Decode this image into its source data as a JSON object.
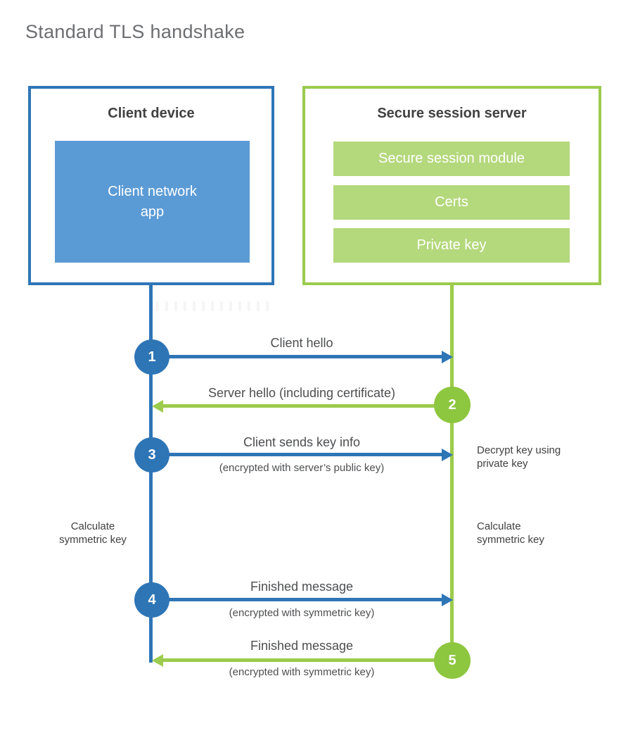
{
  "page": {
    "title": "Standard TLS handshake"
  },
  "colors": {
    "blue": "#2e75b6",
    "blue_light": "#5b9bd5",
    "green": "#8dc63f",
    "green_line": "#9ccb4d",
    "green_pale": "#b4d87c",
    "text_dark": "#414042",
    "text_gray": "#4d4e50",
    "title_gray": "#6d6e71"
  },
  "client_box": {
    "title": "Client device",
    "app": {
      "line1": "Client network",
      "line2": "app"
    }
  },
  "server_box": {
    "title": "Secure session server",
    "modules": [
      "Secure session module",
      "Certs",
      "Private key"
    ]
  },
  "steps": [
    {
      "num": "1",
      "actor": "client",
      "label": "Client hello",
      "sublabel": ""
    },
    {
      "num": "2",
      "actor": "server",
      "label": "Server hello (including certificate)",
      "sublabel": ""
    },
    {
      "num": "3",
      "actor": "client",
      "label": "Client sends key info",
      "sublabel": "(encrypted with server’s public key)"
    },
    {
      "num": "4",
      "actor": "client",
      "label": "Finished message",
      "sublabel": "(encrypted with symmetric key)"
    },
    {
      "num": "5",
      "actor": "server",
      "label": "Finished message",
      "sublabel": "(encrypted with symmetric key)"
    }
  ],
  "side_notes": {
    "decrypt": "Decrypt key using\nprivate key",
    "calculate_left": "Calculate\nsymmetric key",
    "calculate_right": "Calculate\nsymmetric key"
  }
}
